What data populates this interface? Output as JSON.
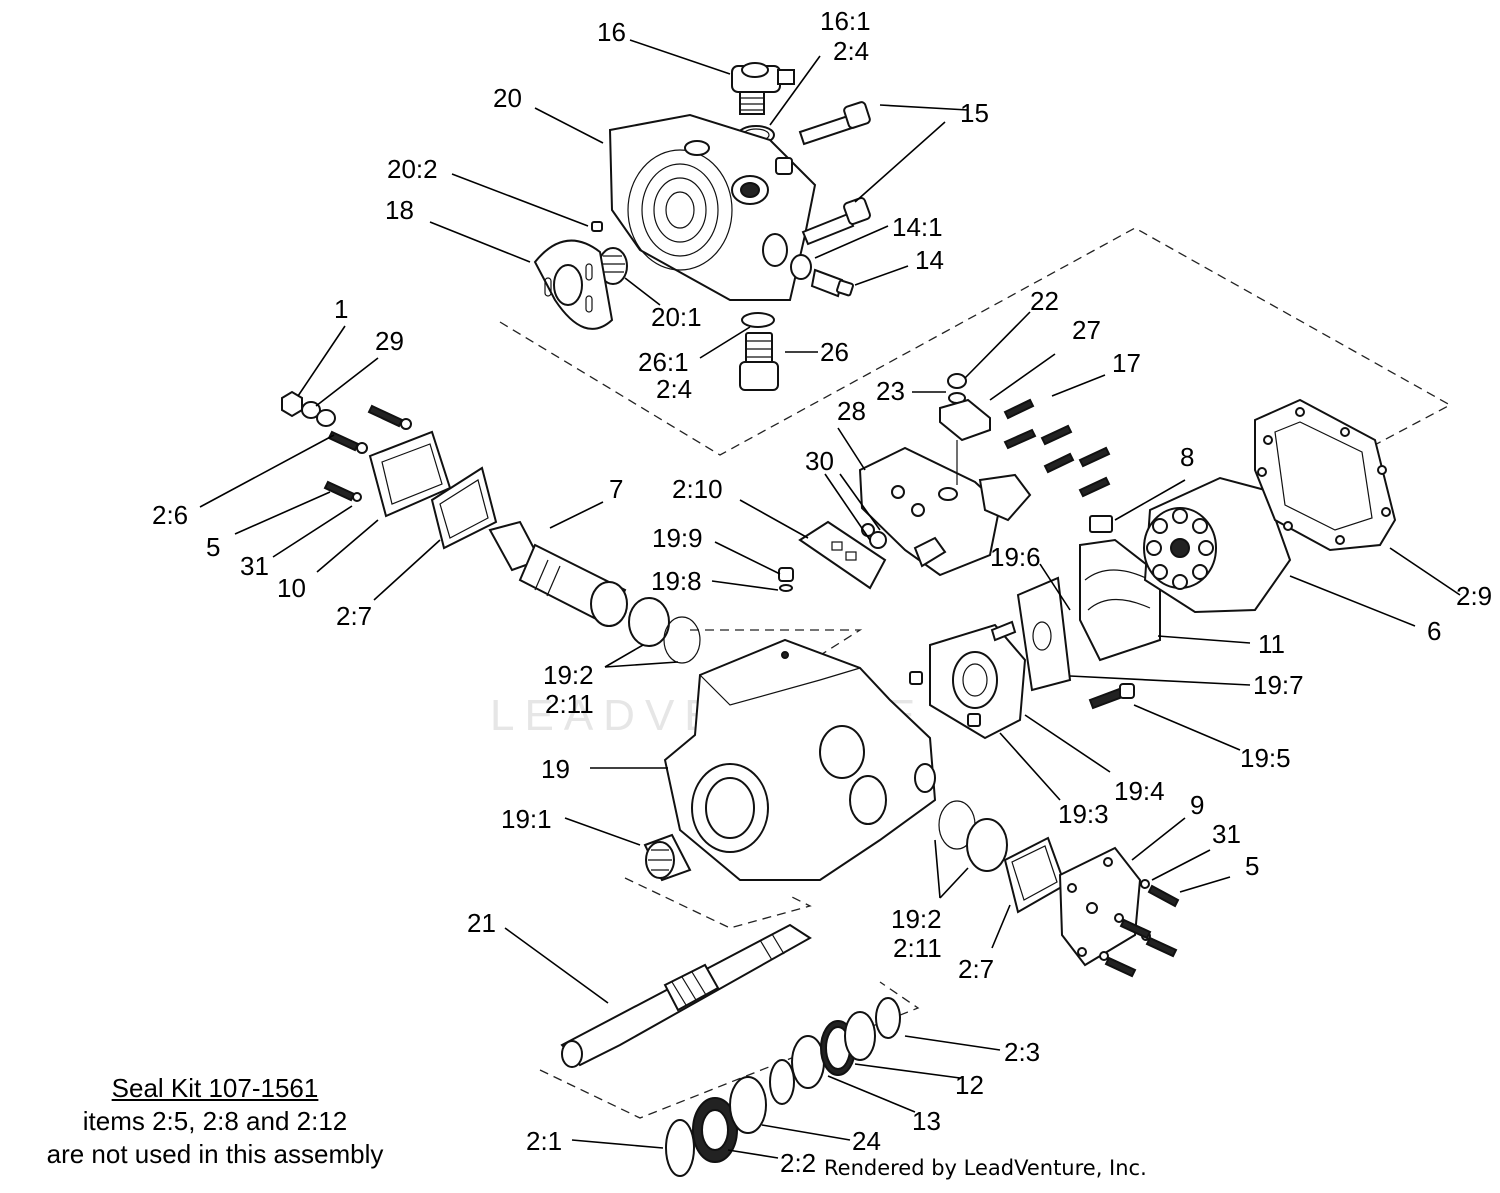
{
  "watermark": "LEADVENTURE",
  "callouts": {
    "c1": "1",
    "c2_1": "2:1",
    "c2_2": "2:2",
    "c2_3": "2:3",
    "c2_4_a": "2:4",
    "c2_4_b": "2:4",
    "c2_6": "2:6",
    "c2_7_a": "2:7",
    "c2_7_b": "2:7",
    "c2_9": "2:9",
    "c2_10": "2:10",
    "c2_11_a": "2:11",
    "c2_11_b": "2:11",
    "c5_a": "5",
    "c5_b": "5",
    "c6": "6",
    "c7": "7",
    "c8": "8",
    "c9": "9",
    "c10": "10",
    "c11": "11",
    "c12": "12",
    "c13": "13",
    "c14": "14",
    "c14_1": "14:1",
    "c15": "15",
    "c16": "16",
    "c16_1": "16:1",
    "c17": "17",
    "c18": "18",
    "c19": "19",
    "c19_1": "19:1",
    "c19_2_a": "19:2",
    "c19_2_b": "19:2",
    "c19_3": "19:3",
    "c19_4": "19:4",
    "c19_5": "19:5",
    "c19_6": "19:6",
    "c19_7": "19:7",
    "c19_8": "19:8",
    "c19_9": "19:9",
    "c20": "20",
    "c20_1": "20:1",
    "c20_2": "20:2",
    "c21": "21",
    "c22": "22",
    "c23": "23",
    "c24": "24",
    "c26": "26",
    "c26_1": "26:1",
    "c27": "27",
    "c28": "28",
    "c29": "29",
    "c30": "30",
    "c31_a": "31",
    "c31_b": "31"
  },
  "seal_note": {
    "title": "Seal Kit 107-1561",
    "line1": "items 2:5, 2:8 and 2:12",
    "line2": "are not used in this assembly"
  },
  "footer": "Rendered by LeadVenture, Inc."
}
